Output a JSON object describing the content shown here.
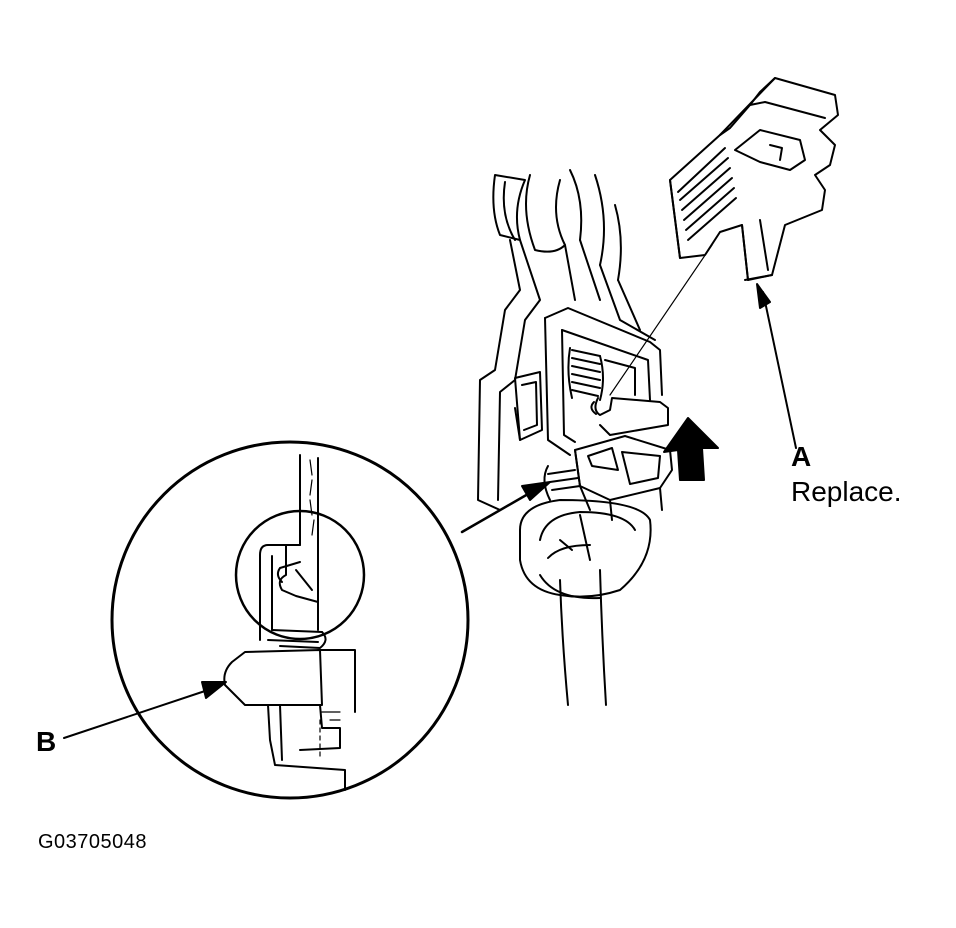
{
  "callouts": {
    "a": {
      "letter": "A",
      "text": "Replace."
    },
    "b": {
      "letter": "B"
    }
  },
  "figure_code": "G03705048",
  "style": {
    "ink_color": "#000000",
    "background_color": "#ffffff"
  }
}
